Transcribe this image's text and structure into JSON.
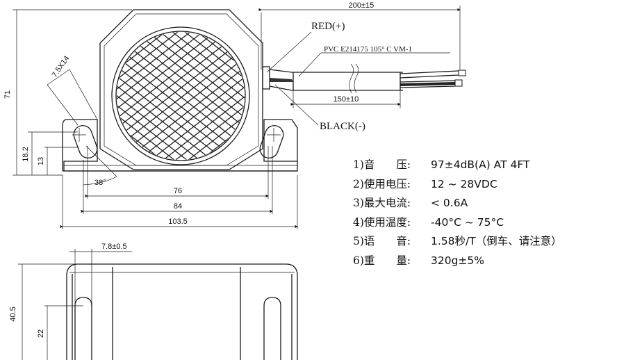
{
  "dimensions": {
    "cable_length": "200±15",
    "height": "71",
    "slot_size": "7.5X14",
    "sheath_length": "150±10",
    "flange_height": "18.2",
    "slot_height": "13",
    "angle": "38°",
    "hole_spacing_inner": "76",
    "hole_spacing_outer": "84",
    "base_width": "103.5",
    "side_width": "7.8±0.5",
    "side_height": "40.5",
    "side_slot_height": "22"
  },
  "labels": {
    "red_wire": "RED(+)",
    "black_wire": "BLACK(-)",
    "cable_spec": "PVC E214175 105° C VM-1"
  },
  "specs": [
    {
      "key": "1)音　　压:",
      "value": "97±4dB(A) AT 4FT"
    },
    {
      "key": "2)使用电压:",
      "value": "12 ~ 28VDC"
    },
    {
      "key": "3)最大电流:",
      "value": " < 0.6A"
    },
    {
      "key": "4)使用温度:",
      "value": "-40°C ~  75°C"
    },
    {
      "key": "5)语　　音:",
      "value": "1.58秒/T（倒车、请注意）"
    },
    {
      "key": "6)重　　量:",
      "value": "320g±5%"
    }
  ]
}
